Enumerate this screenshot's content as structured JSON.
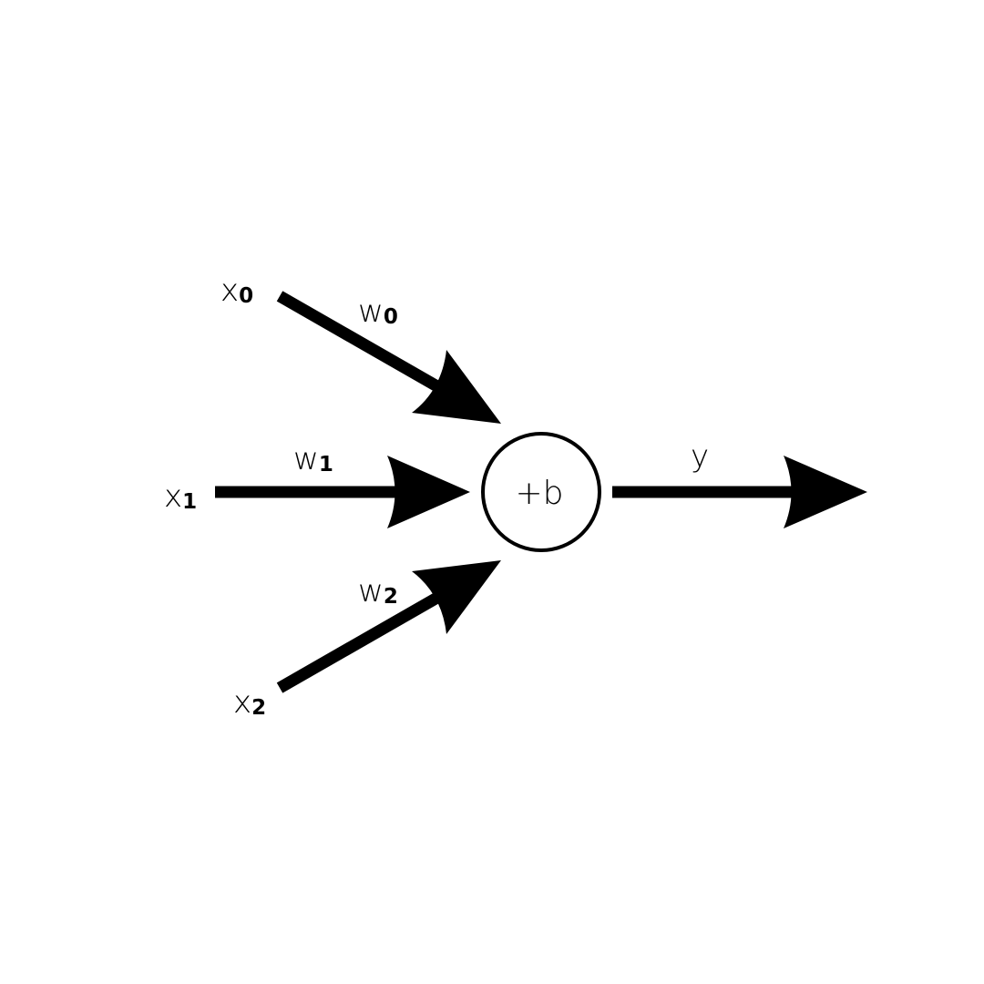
{
  "diagram": {
    "inputs": [
      {
        "base": "x",
        "sub": "0",
        "weight_base": "w",
        "weight_sub": "0"
      },
      {
        "base": "x",
        "sub": "1",
        "weight_base": "w",
        "weight_sub": "1"
      },
      {
        "base": "x",
        "sub": "2",
        "weight_base": "w",
        "weight_sub": "2"
      }
    ],
    "node_label": "+b",
    "output_label": "y",
    "colors": {
      "stroke": "#000000",
      "background": "#ffffff"
    }
  }
}
